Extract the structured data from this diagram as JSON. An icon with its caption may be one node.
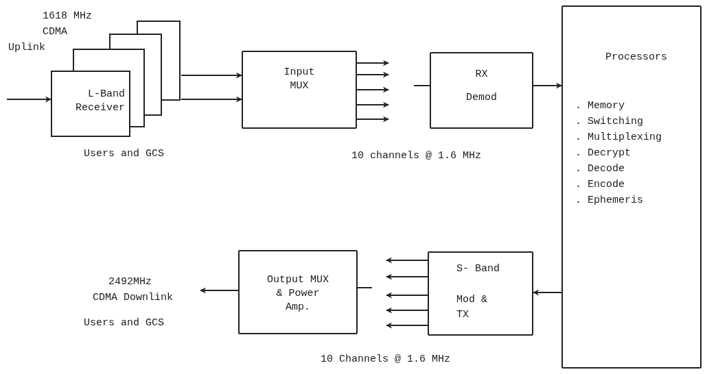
{
  "diagram": {
    "nodes": [
      {
        "text": [
          "L-Band Receiver"
        ]
      },
      {
        "text": [
          "Input MUX"
        ]
      },
      {
        "text": [
          "RX Demod"
        ]
      },
      {
        "text": [
          "Processors",
          ". Memory",
          ". Switching",
          ". Multiplexing",
          ". Decrypt",
          ". Decode",
          ". Encode",
          ". Ephemeris"
        ]
      },
      {
        "text": [
          "Output MUX & Power Amp."
        ]
      },
      {
        "text": [
          "S- Band",
          "Mod & TX"
        ]
      }
    ],
    "edges": [
      {
        "from": null,
        "to": 0,
        "arrow": "to"
      },
      {
        "from": 0,
        "to": 1,
        "arrow": "to"
      },
      {
        "from": 0,
        "to": 1,
        "arrow": "to"
      },
      {
        "from": 1,
        "to": null,
        "arrow": "to"
      },
      {
        "from": 1,
        "to": null,
        "arrow": "to"
      },
      {
        "from": 1,
        "to": null,
        "arrow": "to"
      },
      {
        "from": 1,
        "to": null,
        "arrow": "to"
      },
      {
        "from": 1,
        "to": null,
        "arrow": "to"
      },
      {
        "from": null,
        "to": 2,
        "arrow": "none"
      },
      {
        "from": 2,
        "to": 3,
        "arrow": "to"
      },
      {
        "from": 3,
        "to": 5,
        "arrow": "to"
      },
      {
        "from": 5,
        "to": null,
        "arrow": "to"
      },
      {
        "from": 5,
        "to": null,
        "arrow": "to"
      },
      {
        "from": 5,
        "to": null,
        "arrow": "to"
      },
      {
        "from": 5,
        "to": null,
        "arrow": "to"
      },
      {
        "from": 5,
        "to": null,
        "arrow": "to"
      },
      {
        "from": 4,
        "to": null,
        "arrow": "none"
      },
      {
        "from": 4,
        "to": null,
        "arrow": "to"
      }
    ],
    "labels": [
      "1618 MHz",
      "CDMA",
      "Uplink",
      "Users and GCS",
      "10 channels @ 1.6 MHz",
      "2492MHz",
      "CDMA Downlink",
      "Users and GCS",
      "10 Channels @ 1.6 MHz"
    ]
  }
}
